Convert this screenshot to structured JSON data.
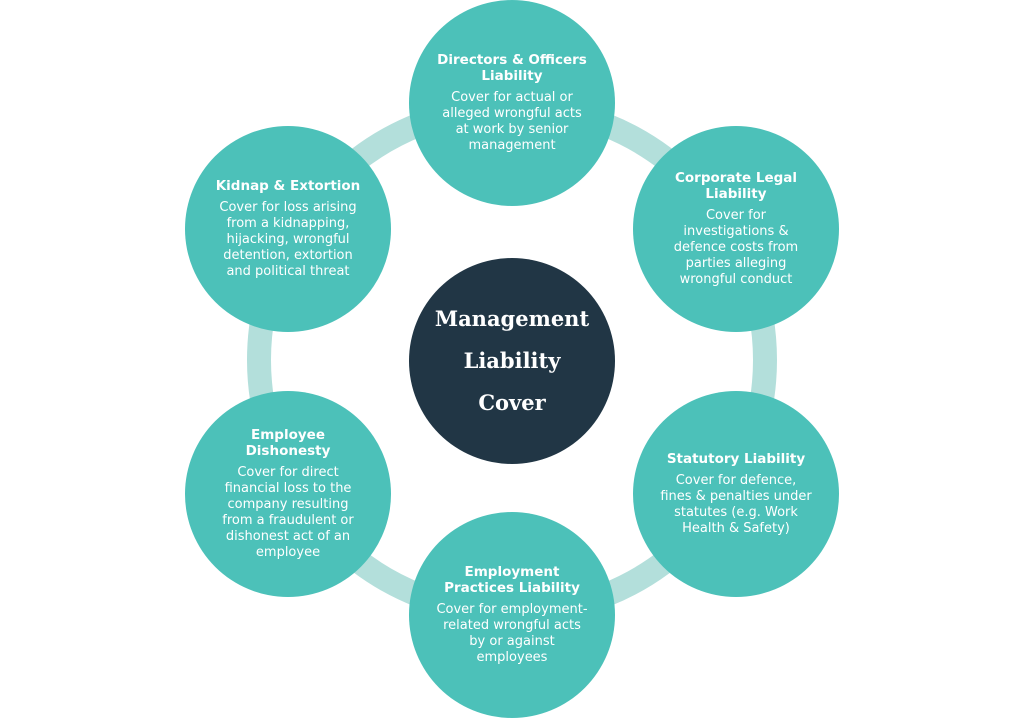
{
  "colors": {
    "teal": "#4cc1b9",
    "ring": "#b3dfdb",
    "navy": "#213645",
    "text_on_teal": "#ffffff"
  },
  "center": {
    "lines": [
      "Management",
      "Liability",
      "Cover"
    ]
  },
  "nodes": [
    {
      "title": "Directors & Officers Liability",
      "desc": "Cover for actual or alleged wrongful acts at work by senior management"
    },
    {
      "title": "Corporate Legal Liability",
      "desc": "Cover for investigations & defence costs from parties alleging wrongful conduct"
    },
    {
      "title": "Statutory Liability",
      "desc": "Cover for defence, fines & penalties under statutes (e.g. Work Health & Safety)"
    },
    {
      "title": "Employment Practices Liability",
      "desc": "Cover for employment-related wrongful acts by or against employees"
    },
    {
      "title": "Employee Dishonesty",
      "desc": "Cover for direct financial loss to the company resulting from a fraudulent or dishonest act of an employee"
    },
    {
      "title": "Kidnap & Extortion",
      "desc": "Cover for loss arising from a kidnapping, hijacking, wrongful detention, extortion and political threat"
    }
  ]
}
